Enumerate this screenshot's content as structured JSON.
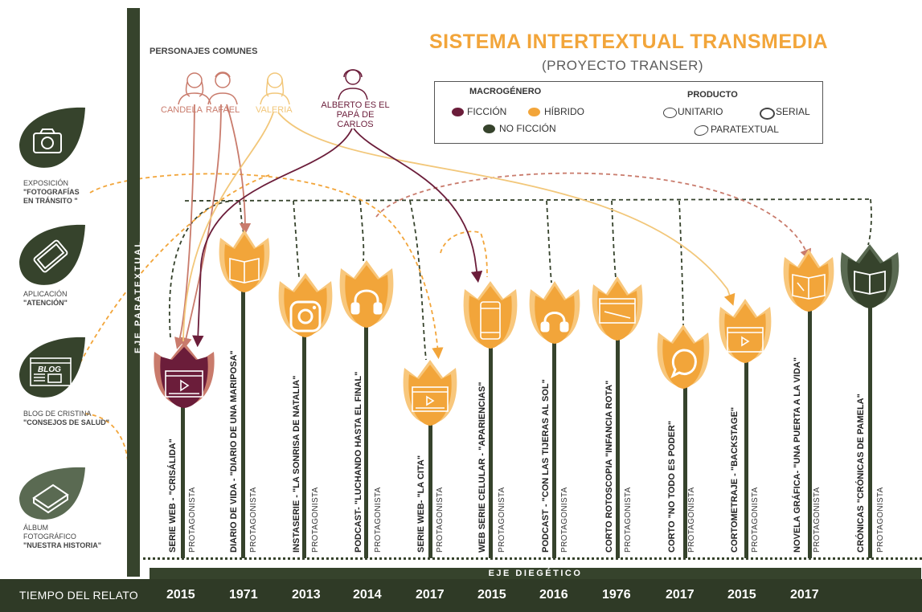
{
  "title": "SISTEMA INTERTEXTUAL TRANSMEDIA",
  "subtitle": "(PROYECTO TRANSER)",
  "legend": {
    "macro_h": "MACROGÉNERO",
    "ficcion": "FICCIÓN",
    "hibrido": "HÍBRIDO",
    "no_ficcion": "NO FICCIÓN",
    "producto_h": "PRODUCTO",
    "unitario": "UNITARIO",
    "serial": "SERIAL",
    "paratextual": "PARATEXTUAL"
  },
  "characters": {
    "heading": "PERSONAJES COMUNES",
    "candela": "CANDELA",
    "rafael": "RAFAEL",
    "valeria": "VALERIA",
    "alberto_1": "ALBERTO ES EL",
    "alberto_2": "PAPÁ DE CARLOS"
  },
  "axes": {
    "paratextual": "EJE PARATEXTUAL",
    "diegetico": "EJE DIEGÉTICO",
    "tiempo": "TIEMPO DEL RELATO"
  },
  "side_items": [
    {
      "l1": "EXPOSICIÓN",
      "l2": "\"FOTOGRAFÍAS",
      "l3": "EN TRÁNSITO \""
    },
    {
      "l1": "APLICACIÓN",
      "l2": "\"ATENCIÓN\"",
      "l3": ""
    },
    {
      "l1": "BLOG DE CRISTINA",
      "l2": "\"CONSEJOS DE SALUD\"",
      "l3": ""
    },
    {
      "l1": "ÁLBUM",
      "l2": "FOTOGRÁFICO",
      "l3": "\"NUESTRA HISTORIA\""
    }
  ],
  "blog_icon_text": "BLOG",
  "protagonista": "PROTAGONISTA",
  "products": [
    {
      "name": "SERIE WEB - \"CRISÁLIDA\"",
      "year": "2015",
      "genre": "ficcion"
    },
    {
      "name": "DIARIO DE VIDA - \"DIARIO DE UNA MARIPOSA\"",
      "year": "1971",
      "genre": "hibrido"
    },
    {
      "name": "INSTASERIE - \"LA SONRISA DE NATALIA\"",
      "year": "2013",
      "genre": "hibrido"
    },
    {
      "name": "PODCAST- \"LUCHANDO HASTA EL FINAL\"",
      "year": "2014",
      "genre": "hibrido"
    },
    {
      "name": "SERIE WEB- \"LA CITA\"",
      "year": "2017",
      "genre": "hibrido"
    },
    {
      "name": "WEB SERIE CELULAR - \"APARIENCIAS\"",
      "year": "2015",
      "genre": "hibrido"
    },
    {
      "name": "PODCAST - \"CON LAS TIJERAS AL SOL\"",
      "year": "2016",
      "genre": "hibrido"
    },
    {
      "name": "CORTO ROTOSCOPIA \"INFANCIA ROTA\"",
      "year": "1976",
      "genre": "hibrido"
    },
    {
      "name": "CORTO  \"NO TODO ES PODER\"",
      "year": "2017",
      "genre": "hibrido"
    },
    {
      "name": "CORTOMETRAJE - \"BACKSTAGE\"",
      "year": "2015",
      "genre": "hibrido"
    },
    {
      "name": "NOVELA GRÁFICA- \"UNA PUERTA A LA VIDA\"",
      "year": "2017",
      "genre": "hibrido"
    },
    {
      "name": "CRÓNICAS  \"CRÓNICAS DE PAMELA\"",
      "year": "",
      "genre": "no_ficcion"
    }
  ],
  "colors": {
    "ficcion": "#6b1d3a",
    "hibrido": "#f2a53a",
    "no_ficcion": "#36432c",
    "character": "#c97b6c",
    "valeria": "#f2c77a",
    "alberto": "#6b1d3a"
  }
}
